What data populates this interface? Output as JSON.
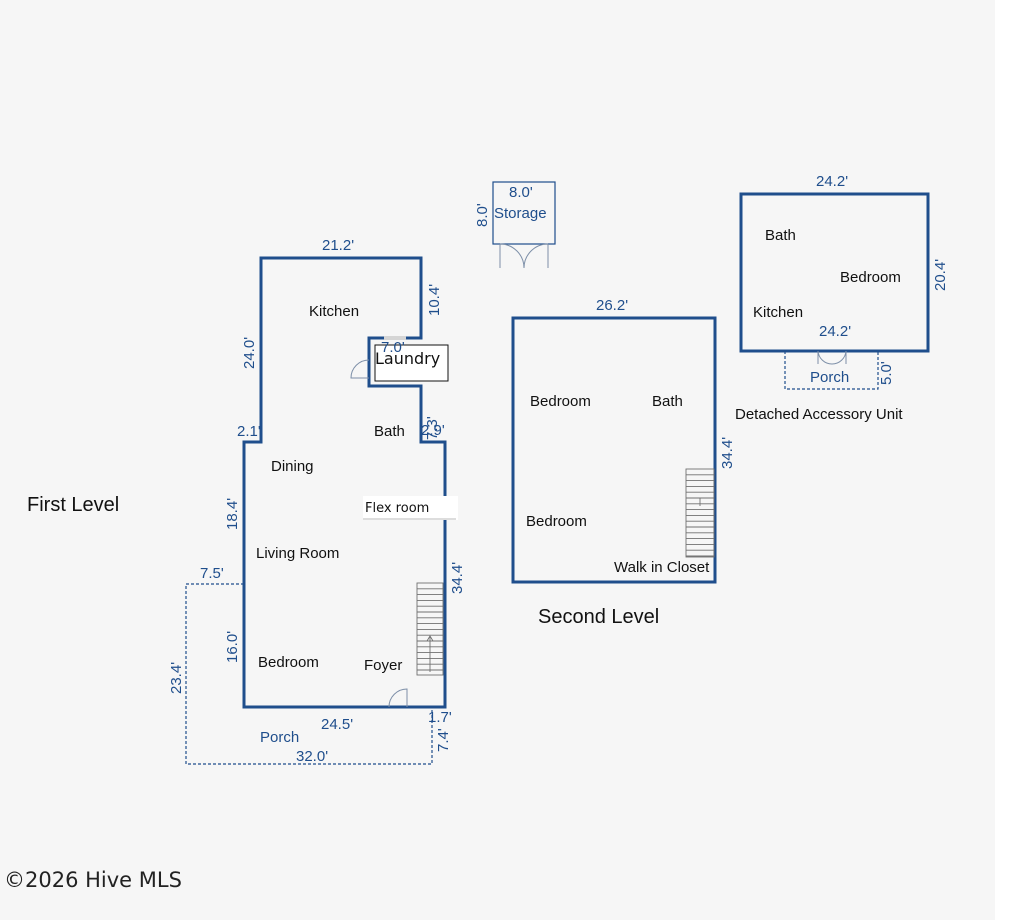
{
  "levels": {
    "first": "First Level",
    "second": "Second Level",
    "accessory": "Detached Accessory Unit"
  },
  "first_level": {
    "rooms": {
      "kitchen": "Kitchen",
      "laundry": "Laundry",
      "bath": "Bath",
      "dining": "Dining",
      "flex": "Flex room",
      "living": "Living Room",
      "bedroom": "Bedroom",
      "foyer": "Foyer",
      "porch": "Porch"
    },
    "dims": {
      "top": "21.2'",
      "right_top": "10.4'",
      "left_top": "24.0'",
      "laundry": "7.0'",
      "step_left": "2.1'",
      "bath_a": "7.3'",
      "bath_b": "2.9'",
      "left_mid": "18.4'",
      "right_mid": "34.4'",
      "porch_top": "7.5'",
      "left_low": "16.0'",
      "porch_left": "23.4'",
      "bottom": "24.5'",
      "porch_small": "1.7'",
      "porch_right": "7.4'",
      "porch_bottom": "32.0'"
    }
  },
  "storage": {
    "label": "Storage",
    "dim_top": "8.0'",
    "dim_left": "8.0'"
  },
  "second_level": {
    "rooms": {
      "bedroom1": "Bedroom",
      "bath": "Bath",
      "bedroom2": "Bedroom",
      "closet": "Walk in Closet"
    },
    "dims": {
      "top": "26.2'",
      "right": "34.4'"
    }
  },
  "accessory_unit": {
    "rooms": {
      "bath": "Bath",
      "bedroom": "Bedroom",
      "kitchen": "Kitchen",
      "porch": "Porch"
    },
    "dims": {
      "top": "24.2'",
      "right": "20.4'",
      "inner": "24.2'",
      "porch": "5.0'"
    }
  },
  "copyright": "©2026 Hive MLS"
}
